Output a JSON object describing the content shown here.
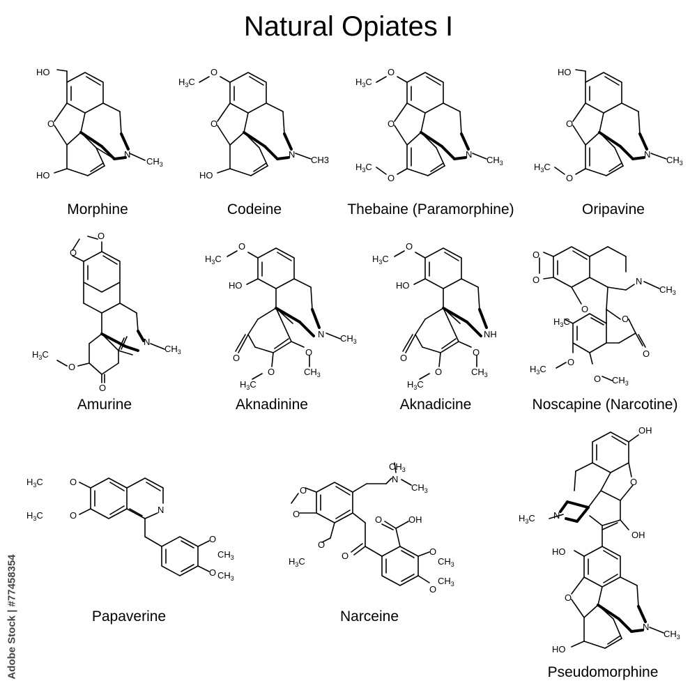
{
  "title": "Natural Opiates I",
  "stock_label": "Adobe Stock | #77458354",
  "compounds": [
    {
      "name": "Morphine",
      "labels": {
        "HO_top": "HO",
        "O_ring": "O",
        "HO_bottom": "HO",
        "N": "N",
        "me": "CH",
        "me_sub": "3"
      }
    },
    {
      "name": "Codeine",
      "labels": {
        "H3C": "H",
        "H3C_sub": "3",
        "H3C_C": "C",
        "O_methoxy": "O",
        "O_ring": "O",
        "HO_bottom": "HO",
        "N": "N",
        "me": "CH3"
      }
    },
    {
      "name": "Thebaine (Paramorphine)",
      "labels": {
        "H3C": "H",
        "H3C_sub": "3",
        "H3C_C": "C",
        "O_methoxy": "O",
        "O_ring": "O",
        "H3C_2": "H",
        "H3C_2_sub": "3",
        "H3C_2_C": "C",
        "O_methoxy_2": "O",
        "N": "N",
        "me": "CH",
        "me_sub": "3"
      }
    },
    {
      "name": "Oripavine",
      "labels": {
        "HO_top": "HO",
        "O_ring": "O",
        "H3C": "H",
        "H3C_sub": "3",
        "H3C_C": "C",
        "O_methoxy": "O",
        "N": "N",
        "me": "CH",
        "me_sub": "3"
      }
    },
    {
      "name": "Amurine",
      "labels": {
        "O_1": "O",
        "O_2": "O",
        "H3C": "H",
        "H3C_sub": "3",
        "H3C_C": "C",
        "O_methoxy": "O",
        "O_keto": "O",
        "N": "N",
        "me": "CH",
        "me_sub": "3"
      }
    },
    {
      "name": "Aknadinine",
      "labels": {
        "H3C": "H",
        "H3C_sub": "3",
        "H3C_C": "C",
        "O_methoxy": "O",
        "HO": "HO",
        "O_keto": "O",
        "H3C_2": "H",
        "H3C_2_sub": "3",
        "H3C_2_C": "C",
        "O_methoxy_2": "O",
        "O_methoxy_3": "O",
        "me_3": "CH",
        "me_3_sub": "3",
        "N": "N",
        "me": "CH",
        "me_sub": "3"
      }
    },
    {
      "name": "Aknadicine",
      "labels": {
        "H3C": "H",
        "H3C_sub": "3",
        "H3C_C": "C",
        "O_methoxy": "O",
        "HO": "HO",
        "O_keto": "O",
        "H3C_2": "H",
        "H3C_2_sub": "3",
        "H3C_2_C": "C",
        "O_methoxy_2": "O",
        "O_methoxy_3": "O",
        "me_3": "CH",
        "me_3_sub": "3",
        "NH": "NH"
      }
    },
    {
      "name": "Noscapine (Narcotine)",
      "labels": {
        "O_1": "O",
        "O_2": "O",
        "O_methoxy": "O",
        "H3C": "H",
        "H3C_sub": "3",
        "H3C_C": "C",
        "N": "N",
        "me": "CH",
        "me_sub": "3",
        "O_lactone": "O",
        "O_keto": "O",
        "H3C_2": "H",
        "H3C_2_sub": "3",
        "H3C_2_C": "C",
        "O_methoxy_2": "O",
        "O_methoxy_3": "O",
        "me_3": "CH",
        "me_3_sub": "3"
      }
    },
    {
      "name": "Papaverine",
      "labels": {
        "H3C_1": "H",
        "H3C_1_sub": "3",
        "H3C_1_C": "C",
        "O_1": "O",
        "H3C_2": "H",
        "H3C_2_sub": "3",
        "H3C_2_C": "C",
        "O_2": "O",
        "N": "N",
        "O_3": "O",
        "me_3": "CH",
        "me_3_sub": "3",
        "O_4": "O",
        "me_4": "CH",
        "me_4_sub": "3"
      }
    },
    {
      "name": "Narceine",
      "labels": {
        "CH3_top": "CH",
        "CH3_top_sub": "3",
        "N": "N",
        "CH3_right": "CH",
        "CH3_right_sub": "3",
        "O_1": "O",
        "O_2": "O",
        "O_methoxy": "O",
        "H3C": "H",
        "H3C_sub": "3",
        "H3C_C": "C",
        "O_keto": "O",
        "O_acid": "O",
        "OH": "OH",
        "O_3": "O",
        "me_3": "CH",
        "me_3_sub": "3",
        "O_4": "O",
        "me_4": "CH",
        "me_4_sub": "3"
      }
    },
    {
      "name": "Pseudomorphine",
      "labels": {
        "OH_top": "OH",
        "O_ring_1": "O",
        "H3C": "H",
        "H3C_sub": "3",
        "H3C_C": "C",
        "N_1": "N",
        "OH_mid": "OH",
        "HO_mid": "HO",
        "O_ring_2": "O",
        "HO_bottom": "HO",
        "N_2": "N",
        "me": "CH",
        "me_sub": "3"
      }
    }
  ]
}
